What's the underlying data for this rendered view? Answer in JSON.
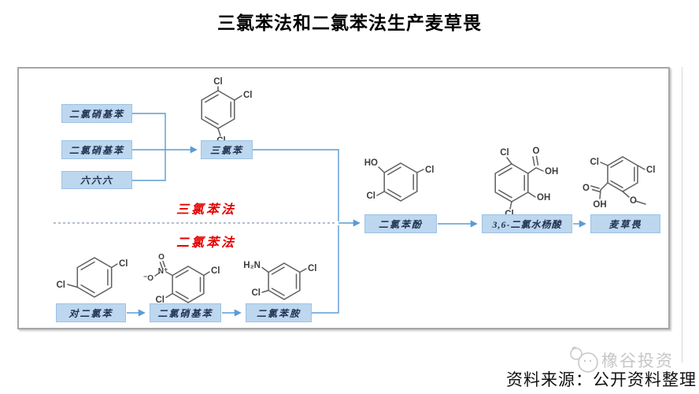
{
  "title": "三氯苯法和二氯苯法生产麦草畏",
  "routes": {
    "top_label": "三氯苯法",
    "bottom_label": "二氯苯法"
  },
  "boxes": {
    "feed1": "二氯硝基苯",
    "feed2": "二氯硝基苯",
    "feed3": "六六六",
    "tcb": "三氯苯",
    "pdcb": "对二氯苯",
    "dcnb": "二氯硝基苯",
    "dca": "二氯苯胺",
    "dcp": "二氯苯酚",
    "dcsa": "3,6-二氯水杨酸",
    "dicamba": "麦草畏"
  },
  "atoms": {
    "cl": "Cl",
    "ho": "HO",
    "oh": "OH",
    "o": "O",
    "h2n": "H₂N",
    "n_plus": "N⁺",
    "o_minus": "⁻O"
  },
  "footer": {
    "source": "资料来源：公开资料整理"
  },
  "watermark": {
    "text": "橡谷投资"
  },
  "colors": {
    "box_fill": "#bdd7ee",
    "box_border": "#9dc3e6",
    "line_blue": "#5b9bd5",
    "dashed_divider": "#8496b0",
    "route_red": "#e60000",
    "structure_gray": "#5f5f5f",
    "frame_gray": "#a6a6a6",
    "watermark_gray": "#c6c6c6"
  }
}
